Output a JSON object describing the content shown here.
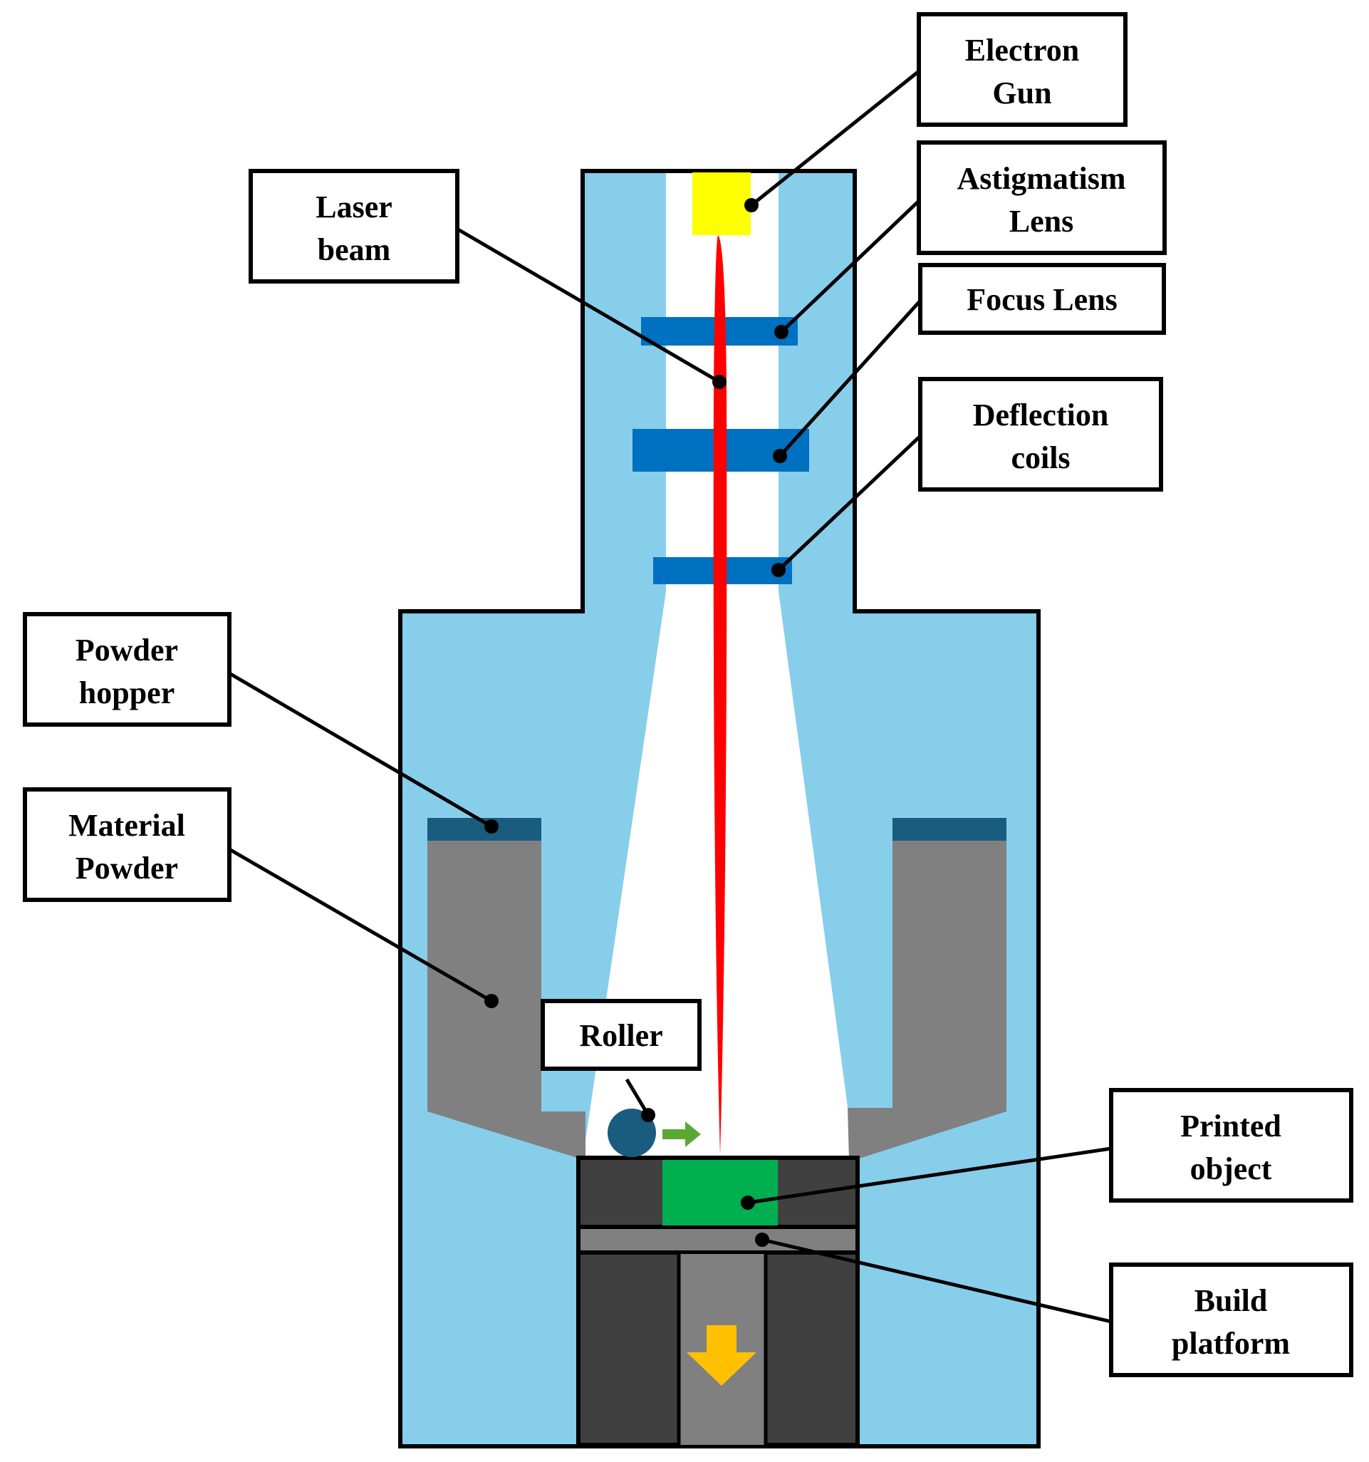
{
  "labels": {
    "electron_gun": [
      "Electron",
      "Gun"
    ],
    "astigmatism_lens": [
      "Astigmatism",
      "Lens"
    ],
    "focus_lens": [
      "Focus Lens"
    ],
    "deflection_coils": [
      "Deflection",
      "coils"
    ],
    "laser_beam": [
      "Laser",
      "beam"
    ],
    "powder_hopper": [
      "Powder",
      "hopper"
    ],
    "material_powder": [
      "Material",
      "Powder"
    ],
    "roller": [
      "Roller"
    ],
    "printed_object": [
      "Printed",
      "object"
    ],
    "build_platform": [
      "Build",
      "platform"
    ]
  },
  "colors": {
    "chamber": "#87ceeb",
    "lens": "#0070c0",
    "hopper_lid": "#1a5c80",
    "powder": "#808080",
    "build_box": "#404040",
    "printed_object": "#00b050",
    "electron_gun": "#ffff00",
    "beam": "#ff0000",
    "roller": "#1a5c80",
    "roller_arrow": "#5aa832",
    "down_arrow": "#ffc000",
    "outline": "#000000"
  },
  "icons": {
    "roller_arrow": "arrow-right-icon",
    "platform_arrow": "arrow-down-icon"
  }
}
